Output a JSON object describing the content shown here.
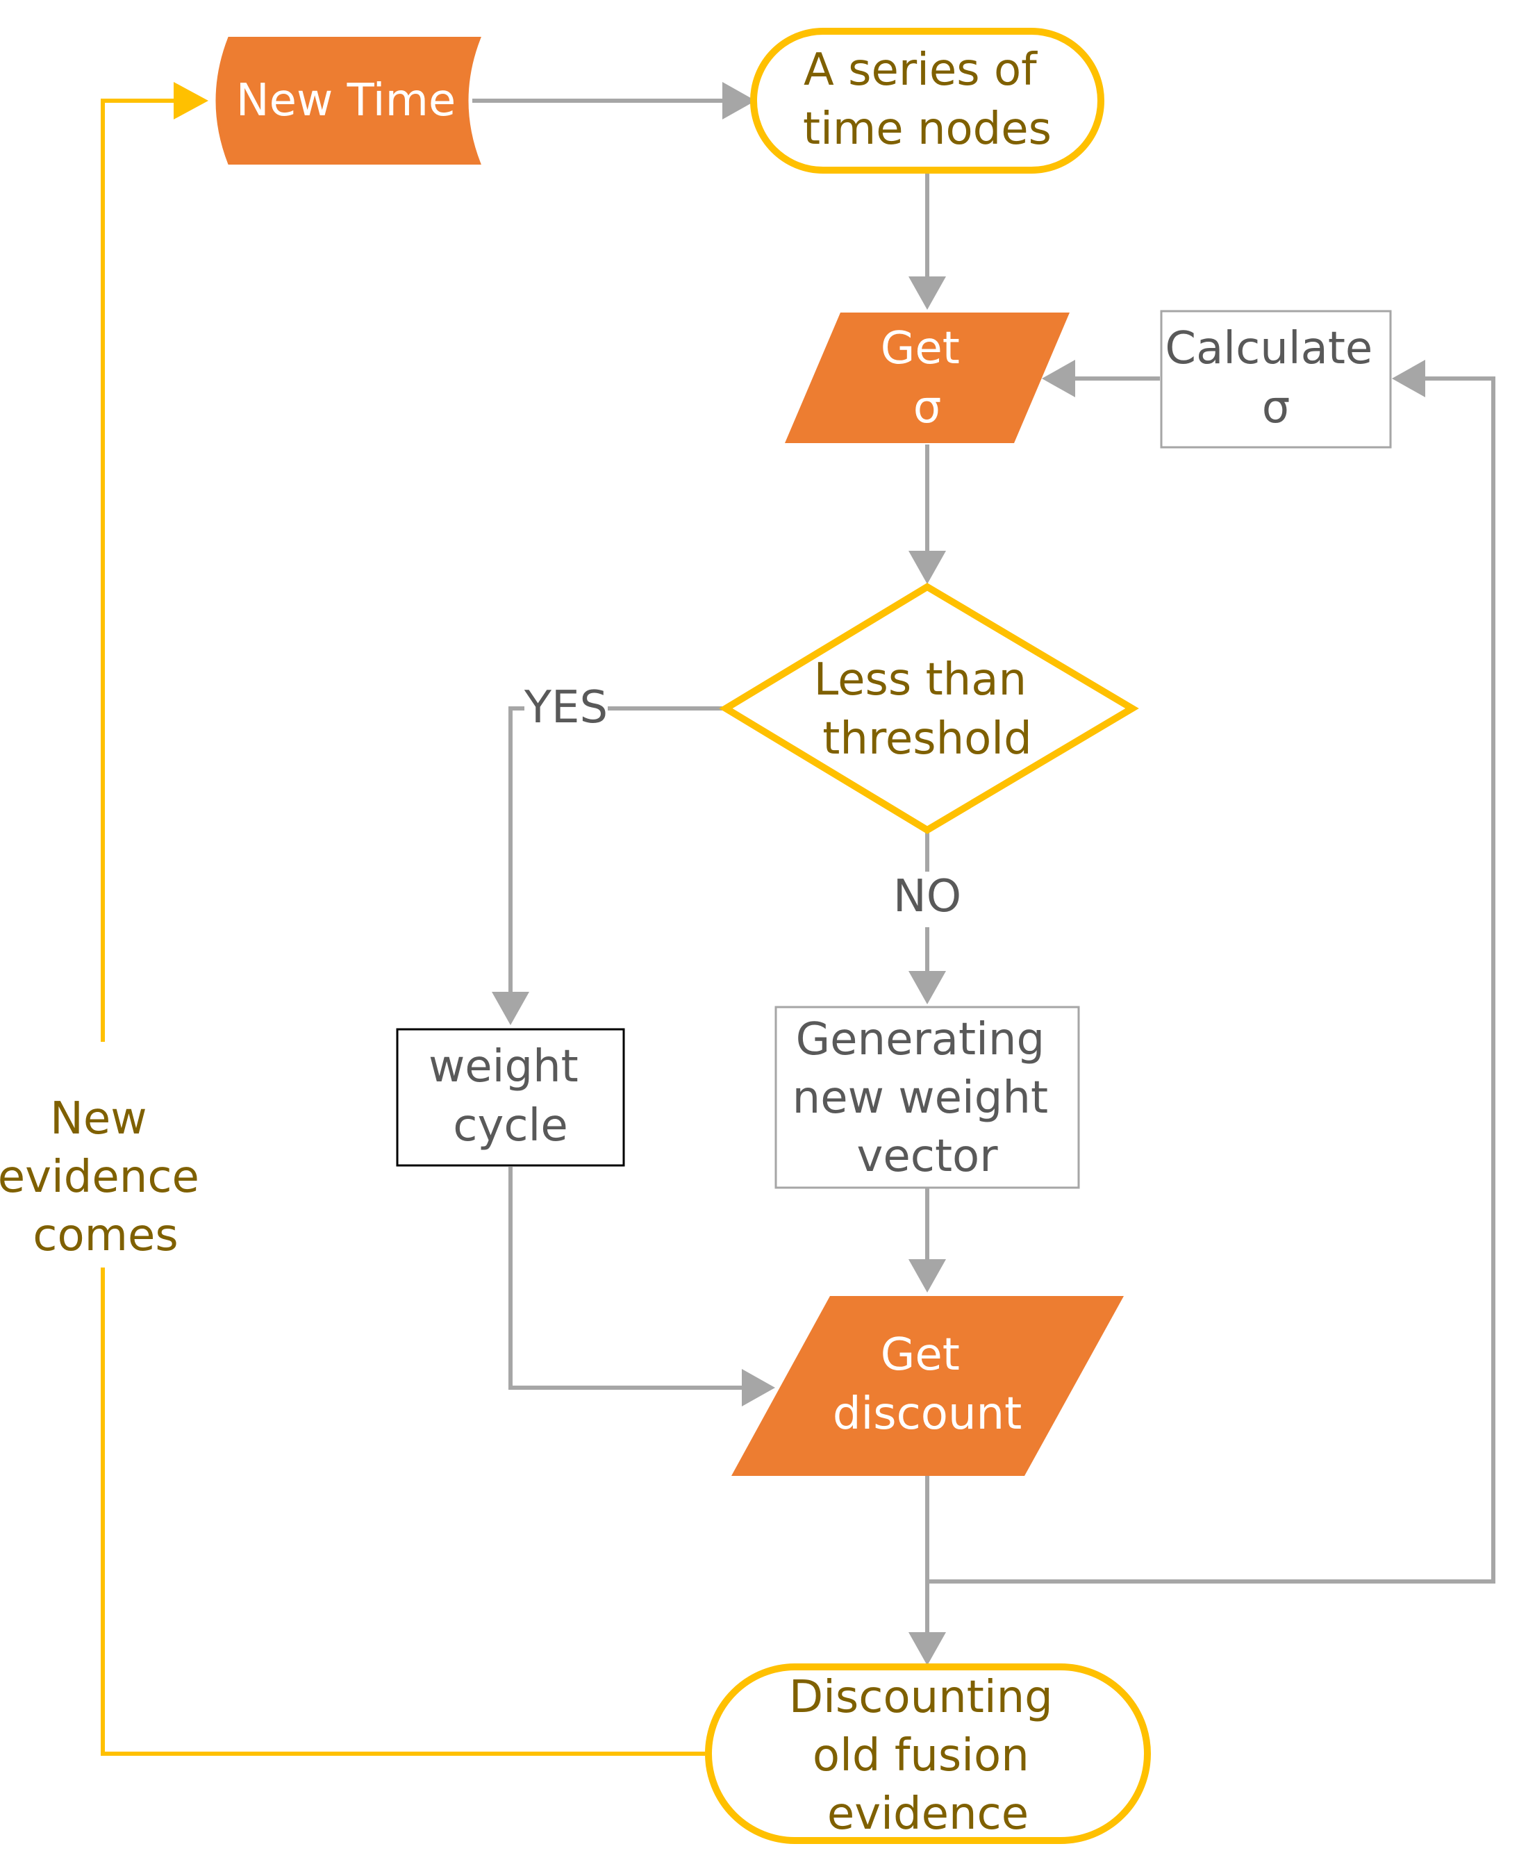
{
  "colors": {
    "orange": "#ED7D31",
    "gold": "#FFC000",
    "gray_line": "#A6A6A6",
    "olive_text": "#7F6000",
    "gray_text": "#595959"
  },
  "nodes": {
    "new_time": {
      "lines": [
        "New Time"
      ]
    },
    "time_nodes": {
      "lines": [
        "A series of",
        "time nodes"
      ]
    },
    "get_sigma": {
      "lines": [
        "Get",
        "σ"
      ]
    },
    "calculate_sigma": {
      "lines": [
        "Calculate",
        "σ"
      ]
    },
    "threshold": {
      "lines": [
        "Less than",
        "threshold"
      ]
    },
    "weight_cycle": {
      "lines": [
        "weight",
        "cycle"
      ]
    },
    "new_weight_vector": {
      "lines": [
        "Generating",
        "new weight",
        "vector"
      ]
    },
    "get_discount": {
      "lines": [
        "Get",
        "discount"
      ]
    },
    "discounting": {
      "lines": [
        "Discounting",
        "old fusion",
        "evidence"
      ]
    }
  },
  "edge_labels": {
    "yes": "YES",
    "no": "NO",
    "new_evidence": [
      "New",
      "evidence",
      "comes"
    ]
  }
}
